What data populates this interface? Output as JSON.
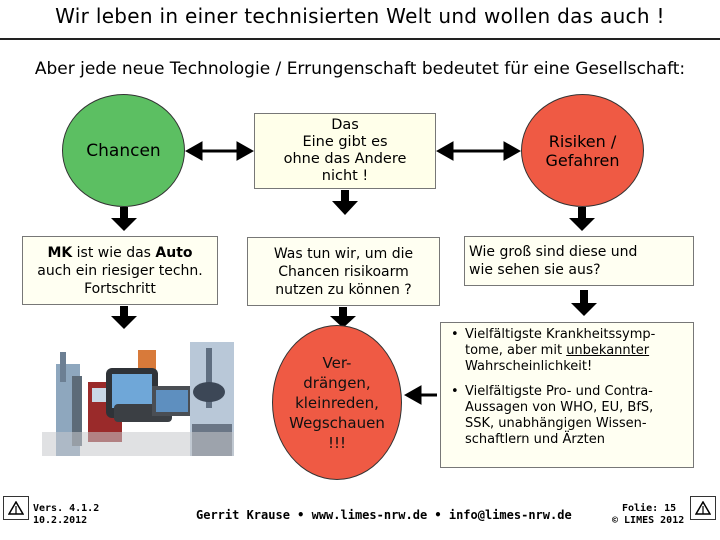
{
  "header": {
    "title": "Wir leben in einer technisierten Welt und wollen das auch !",
    "subtitle": "Aber jede neue Technologie / Errungenschaft bedeutet für eine Gesellschaft:"
  },
  "nodes": {
    "chancen": "Chancen",
    "risiken_line1": "Risiken /",
    "risiken_line2": "Gefahren",
    "das_lines": [
      "Das",
      "Eine gibt es",
      "ohne das Andere",
      "nicht !"
    ],
    "mk_strong1": "MK",
    "mk_text1": " ist wie das ",
    "mk_strong2": "Auto",
    "mk_line2": "auch ein riesiger techn.",
    "mk_line3": "Fortschritt",
    "wastun_lines": [
      "Was tun wir, um die",
      "Chancen risikoarm",
      "nutzen zu können ?"
    ],
    "wiegross_lines": [
      "Wie groß sind diese und",
      "wie sehen sie aus?"
    ],
    "verdraengen_lines": [
      "Ver-",
      "drängen,",
      "kleinreden,",
      "Wegschauen",
      "!!!"
    ],
    "bullet1_line1": "Vielfältigste Krankheitssymp-",
    "bullet1_line2a": "tome, aber mit ",
    "bullet1_line2u": "unbekannter",
    "bullet1_line3": "Wahrscheinlichkeit!",
    "bullet2_lines": [
      "Vielfältigste Pro- und Contra-",
      "Aussagen von WHO, EU, BfS,",
      "SSK, unabhängigen Wissen-",
      "schaftlern und Ärzten"
    ]
  },
  "footer": {
    "version": "Vers. 4.1.2",
    "date": "10.2.2012",
    "center": "Gerrit Krause • www.limes-nrw.de • info@limes-nrw.de",
    "folie": "Folie:  15",
    "copyright": "© LIMES 2012"
  },
  "colors": {
    "chancen": "#5cbf62",
    "risiken": "#ef5a44",
    "box_bg": "#fffff2"
  }
}
